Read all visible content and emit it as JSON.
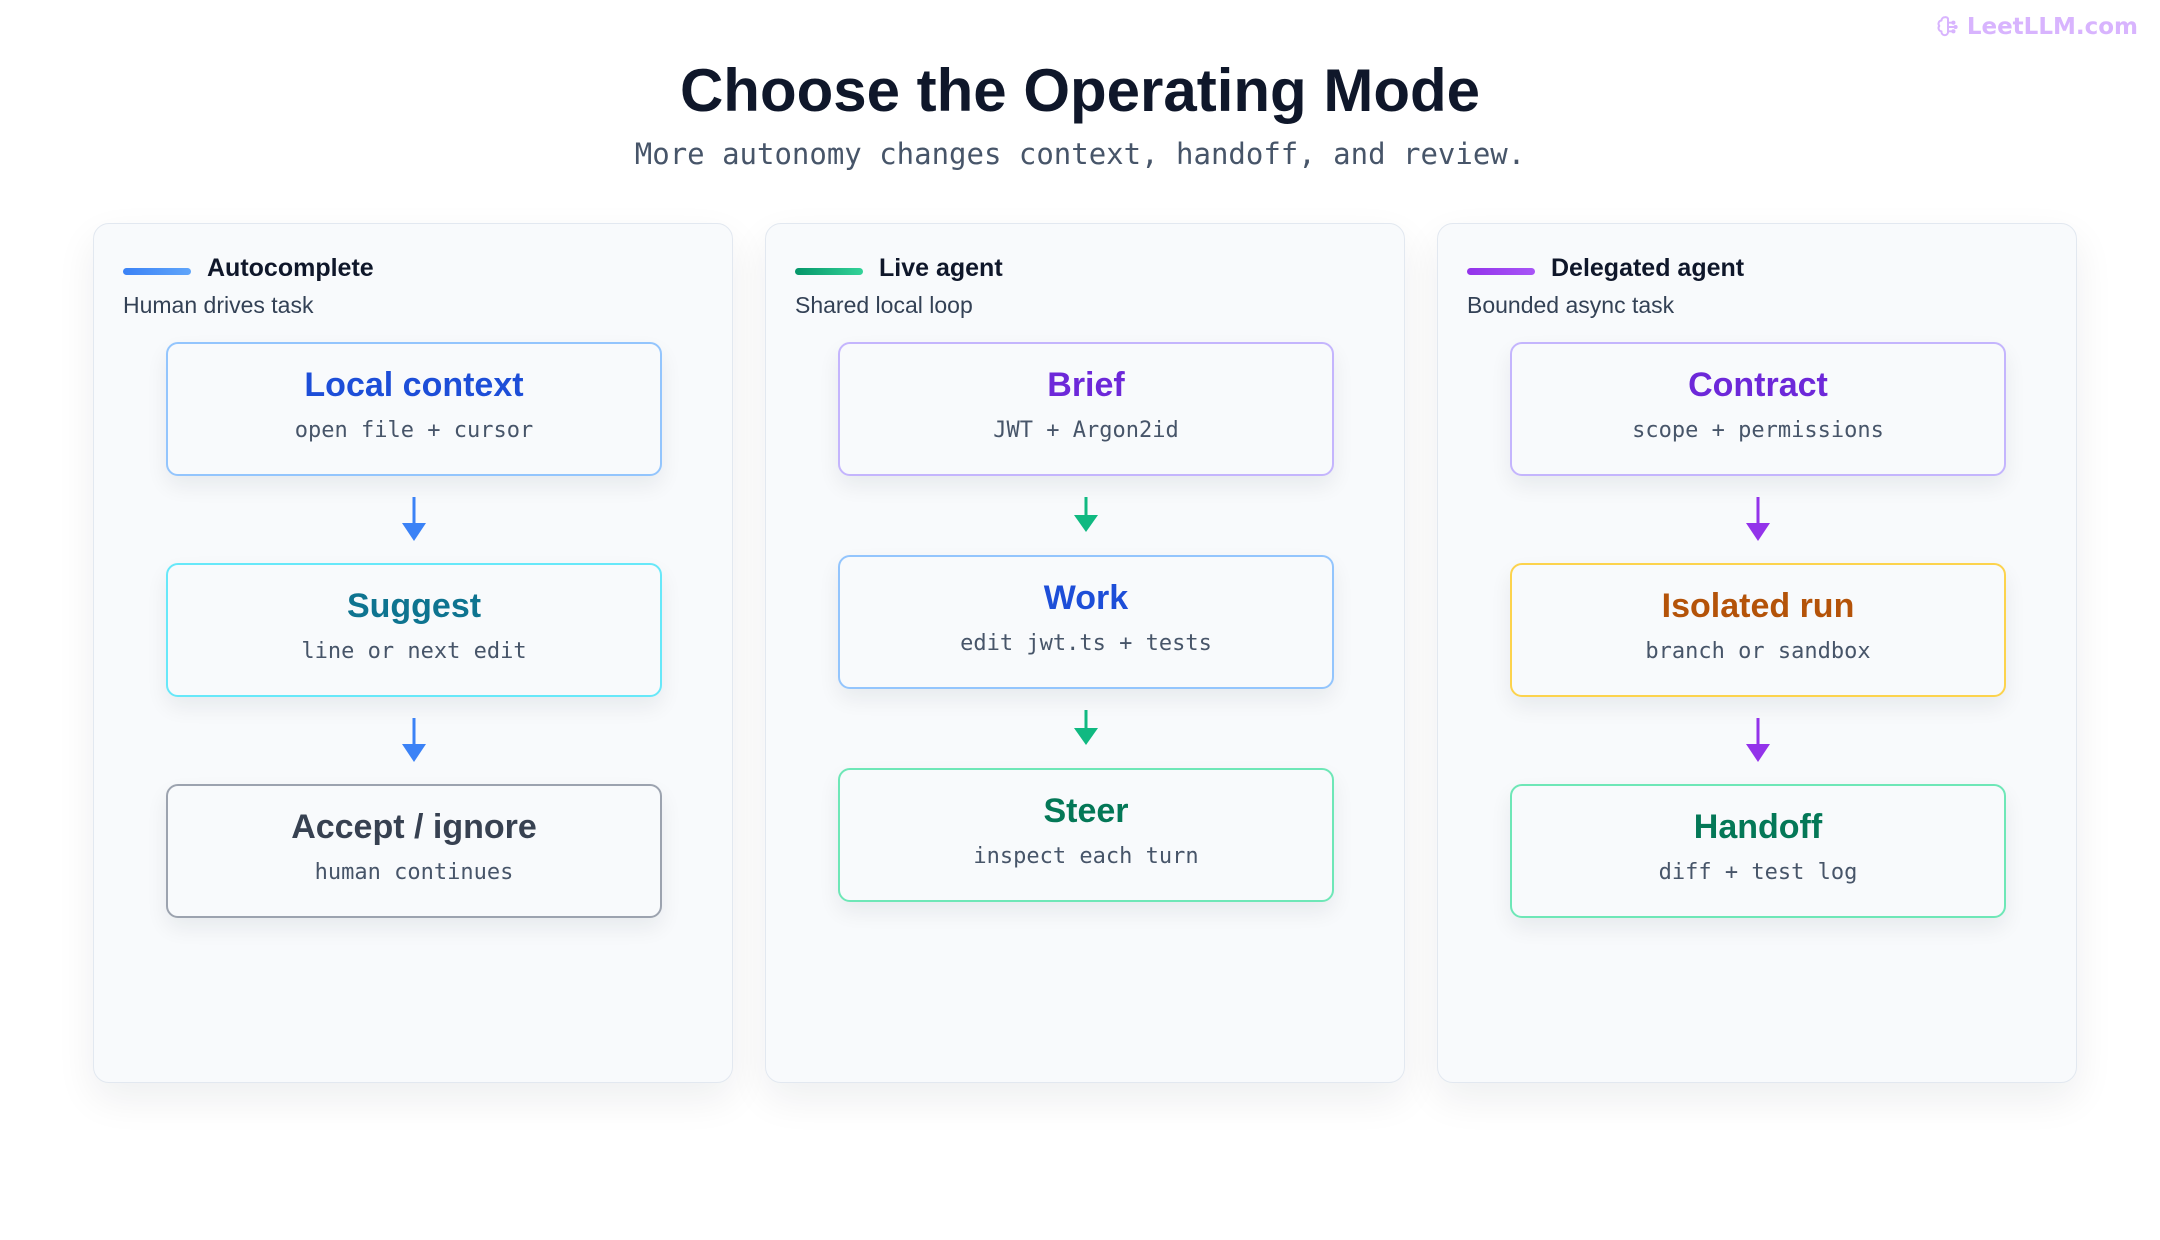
{
  "brand": {
    "text": "LeetLLM.com",
    "color": "#d8b4fe"
  },
  "header": {
    "title": "Choose the Operating Mode",
    "subtitle": "More autonomy changes context, handoff, and review."
  },
  "panels": [
    {
      "title": "Autocomplete",
      "subtitle": "Human drives task",
      "accent": "#3b82f6",
      "nodes": [
        {
          "title": "Local context",
          "desc": "open file + cursor",
          "title_color": "#1d4ed8",
          "border": "#93c5fd"
        },
        {
          "title": "Suggest",
          "desc": "line or next edit",
          "title_color": "#0e7490",
          "border": "#67e8f9"
        },
        {
          "title": "Accept / ignore",
          "desc": "human continues",
          "title_color": "#374151",
          "border": "#9ca3af"
        }
      ]
    },
    {
      "title": "Live agent",
      "subtitle": "Shared local loop",
      "accent": "#10b981",
      "nodes": [
        {
          "title": "Brief",
          "desc": "JWT + Argon2id",
          "title_color": "#6d28d9",
          "border": "#c4b5fd"
        },
        {
          "title": "Work",
          "desc": "edit jwt.ts + tests",
          "title_color": "#1d4ed8",
          "border": "#93c5fd"
        },
        {
          "title": "Steer",
          "desc": "inspect each turn",
          "title_color": "#047857",
          "border": "#6ee7b7"
        }
      ]
    },
    {
      "title": "Delegated agent",
      "subtitle": "Bounded async task",
      "accent": "#9333ea",
      "nodes": [
        {
          "title": "Contract",
          "desc": "scope + permissions",
          "title_color": "#6d28d9",
          "border": "#c4b5fd"
        },
        {
          "title": "Isolated run",
          "desc": "branch or sandbox",
          "title_color": "#b45309",
          "border": "#fcd34d"
        },
        {
          "title": "Handoff",
          "desc": "diff + test log",
          "title_color": "#047857",
          "border": "#6ee7b7"
        }
      ]
    }
  ]
}
